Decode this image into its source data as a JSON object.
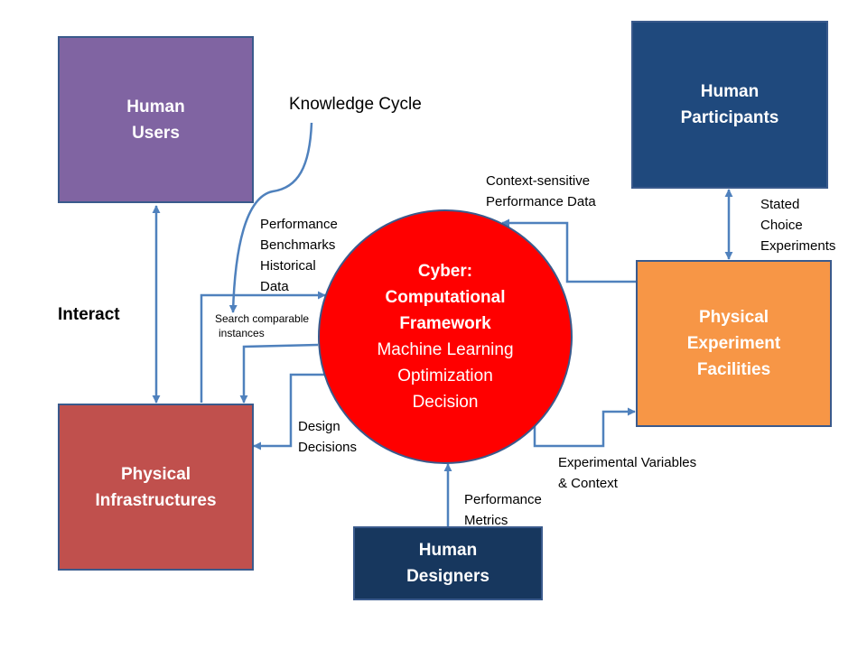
{
  "colors": {
    "human_users": "#8064a2",
    "human_participants": "#1f497d",
    "physical_infrastructures": "#c0504d",
    "physical_experiment_facilities": "#f79646",
    "human_designers": "#17375e",
    "cyber_circle": "#ff0000",
    "arrow": "#4f81bd"
  },
  "boxes": {
    "human_users": [
      "Human",
      "Users"
    ],
    "human_participants": [
      "Human",
      "Participants"
    ],
    "physical_infrastructures": [
      "Physical",
      "Infrastructures"
    ],
    "physical_experiment_facilities": [
      "Physical",
      "Experiment",
      "Facilities"
    ],
    "human_designers": [
      "Human",
      "Designers"
    ]
  },
  "cyber": {
    "title_lines": [
      "Cyber:",
      "Computational",
      "Framework"
    ],
    "method_lines": [
      "Machine Learning",
      "Optimization",
      "Decision"
    ]
  },
  "labels": {
    "knowledge_cycle": "Knowledge Cycle",
    "interact": "Interact",
    "performance_benchmarks": [
      "Performance",
      "Benchmarks",
      "Historical",
      "Data"
    ],
    "search_comparable": [
      "Search comparable",
      "instances"
    ],
    "design_decisions": [
      "Design",
      "Decisions"
    ],
    "context_sensitive": [
      "Context-sensitive",
      "Performance Data"
    ],
    "stated_choice": [
      "Stated",
      "Choice",
      "Experiments"
    ],
    "experimental_variables": [
      "Experimental Variables",
      "& Context"
    ],
    "performance_metrics": [
      "Performance",
      "Metrics"
    ]
  }
}
